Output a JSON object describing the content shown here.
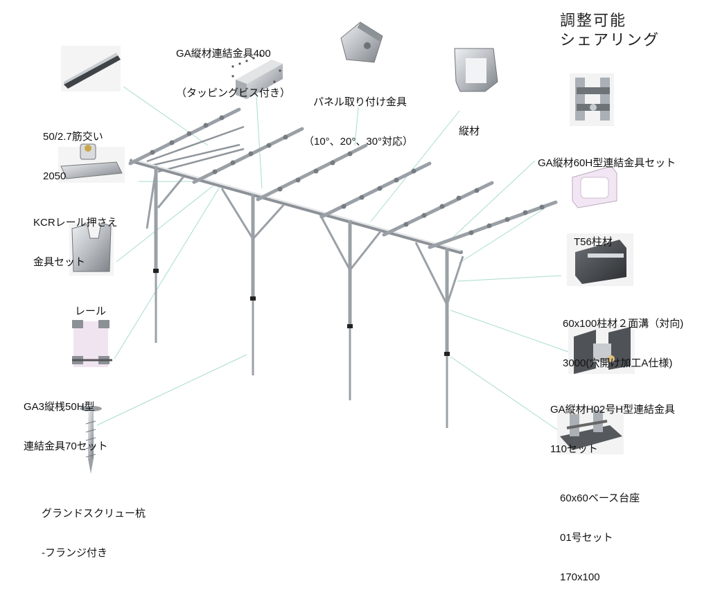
{
  "title": {
    "line1": "調整可能",
    "line2": "シェアリング"
  },
  "labels": {
    "ga_connector_400": {
      "line1": "GA縦材連結金具400",
      "line2": "（タッピングビス付き）"
    },
    "panel_bracket": {
      "line1": "パネル取り付け金具",
      "line2": "（10°、20°、30°対応）"
    },
    "vertical_member": {
      "line1": "縦材"
    },
    "brace": {
      "line1": "50/2.7筋交い",
      "line2": "2050"
    },
    "kcr_clamp": {
      "line1": "KCRレール押さえ",
      "line2": "金具セット"
    },
    "rail": {
      "line1": "レール"
    },
    "ga3_connector": {
      "line1": "GA3縦桟50H型",
      "line2": "連結金具70セット"
    },
    "ground_screw": {
      "line1": "グランドスクリュー杭",
      "line2": "-フランジ付き"
    },
    "ga60h_connector": {
      "line1": "GA縦材60H型連結金具セット"
    },
    "t56_column": {
      "line1": "T56柱材"
    },
    "column_60x100": {
      "line1": "60x100柱材２面溝（対向)",
      "line2": "3000(穴開け加工A仕様)"
    },
    "ga_h02": {
      "line1": "GA縦材H02号H型連結金具",
      "line2": "110セット"
    },
    "base_plate": {
      "line1": "60x60ベース台座",
      "line2": "01号セット",
      "line3": "170x100"
    }
  },
  "colors": {
    "leader_line": "#a6dccf",
    "steel": "#b9bdc2",
    "steel_dark": "#6f747a",
    "rail_pink": "#e9d4ea"
  }
}
